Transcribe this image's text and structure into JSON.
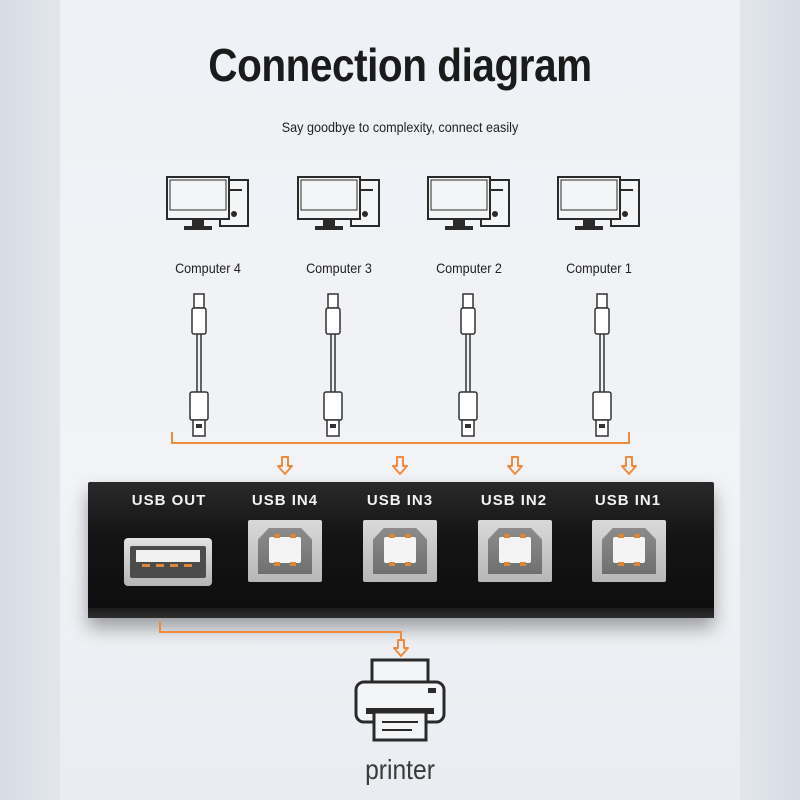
{
  "header": {
    "title": "Connection diagram",
    "subtitle": "Say goodbye to complexity, connect easily"
  },
  "computers": [
    {
      "label": "Computer 4"
    },
    {
      "label": "Computer 3"
    },
    {
      "label": "Computer 2"
    },
    {
      "label": "Computer 1"
    }
  ],
  "device": {
    "ports": [
      {
        "label": "USB OUT",
        "type": "usb-a"
      },
      {
        "label": "USB IN4",
        "type": "usb-b"
      },
      {
        "label": "USB IN3",
        "type": "usb-b"
      },
      {
        "label": "USB IN2",
        "type": "usb-b"
      },
      {
        "label": "USB IN1",
        "type": "usb-b"
      }
    ]
  },
  "printer": {
    "label": "printer"
  },
  "icons": {
    "computer": "desktop-computer-icon",
    "cable": "usb-cable-icon",
    "arrow": "arrow-down-icon",
    "printer": "printer-icon"
  },
  "colors": {
    "connector_line": "#f08a3c",
    "device_body": "#141414",
    "text": "#1b1b1b"
  }
}
